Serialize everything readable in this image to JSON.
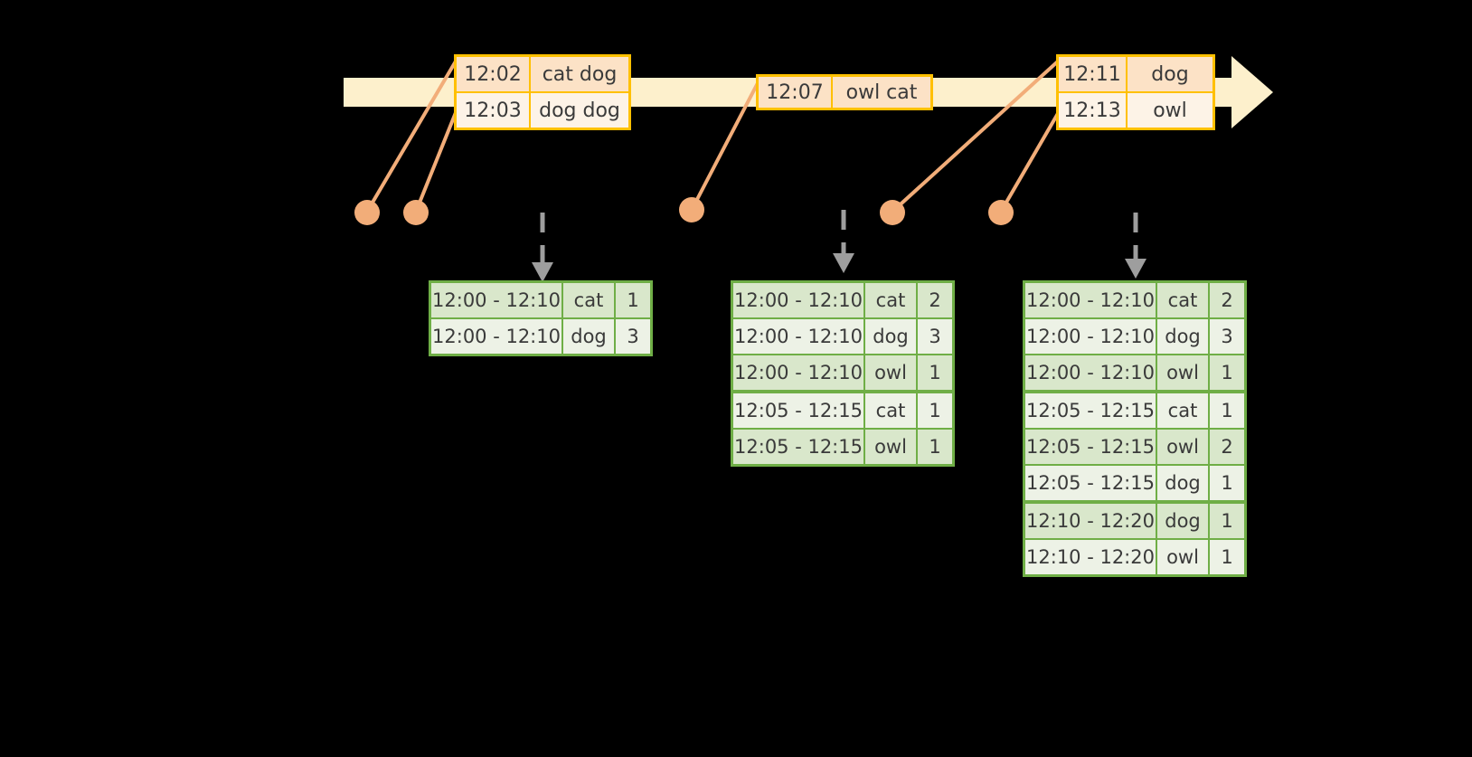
{
  "theme": {
    "background": "#000000",
    "timeline_bar": "#FDF0CC",
    "event_border": "#FFC000",
    "event_fill_top": "#FCE2C6",
    "event_fill_bottom": "#FDF3E7",
    "connector": "#F2AD79",
    "table_border": "#6FAE46",
    "table_fill_shade": "#D9E7CB",
    "table_fill_plain": "#EDF2E6",
    "dashed_arrow": "#9E9E9E"
  },
  "timeline": {
    "name": "event-stream-timeline",
    "direction": "left-to-right",
    "event_groups": [
      {
        "id": "group-1",
        "events": [
          {
            "time": "12:02",
            "payload": "cat dog"
          },
          {
            "time": "12:03",
            "payload": "dog dog"
          }
        ]
      },
      {
        "id": "group-2",
        "events": [
          {
            "time": "12:07",
            "payload": "owl cat"
          }
        ]
      },
      {
        "id": "group-3",
        "events": [
          {
            "time": "12:11",
            "payload": "dog"
          },
          {
            "time": "12:13",
            "payload": "owl"
          }
        ]
      }
    ]
  },
  "results": [
    {
      "id": "result-table-1",
      "rows": [
        {
          "window": "12:00 - 12:10",
          "key": "cat",
          "count": "1",
          "group": 0
        },
        {
          "window": "12:00 - 12:10",
          "key": "dog",
          "count": "3",
          "group": 0
        }
      ]
    },
    {
      "id": "result-table-2",
      "rows": [
        {
          "window": "12:00 - 12:10",
          "key": "cat",
          "count": "2",
          "group": 0
        },
        {
          "window": "12:00 - 12:10",
          "key": "dog",
          "count": "3",
          "group": 0
        },
        {
          "window": "12:00 - 12:10",
          "key": "owl",
          "count": "1",
          "group": 0
        },
        {
          "window": "12:05 - 12:15",
          "key": "cat",
          "count": "1",
          "group": 1
        },
        {
          "window": "12:05 - 12:15",
          "key": "owl",
          "count": "1",
          "group": 1
        }
      ]
    },
    {
      "id": "result-table-3",
      "rows": [
        {
          "window": "12:00 - 12:10",
          "key": "cat",
          "count": "2",
          "group": 0
        },
        {
          "window": "12:00 - 12:10",
          "key": "dog",
          "count": "3",
          "group": 0
        },
        {
          "window": "12:00 - 12:10",
          "key": "owl",
          "count": "1",
          "group": 0
        },
        {
          "window": "12:05 - 12:15",
          "key": "cat",
          "count": "1",
          "group": 1
        },
        {
          "window": "12:05 - 12:15",
          "key": "owl",
          "count": "2",
          "group": 1
        },
        {
          "window": "12:05 - 12:15",
          "key": "dog",
          "count": "1",
          "group": 1
        },
        {
          "window": "12:10 - 12:20",
          "key": "dog",
          "count": "1",
          "group": 2
        },
        {
          "window": "12:10 - 12:20",
          "key": "owl",
          "count": "1",
          "group": 2
        }
      ]
    }
  ]
}
